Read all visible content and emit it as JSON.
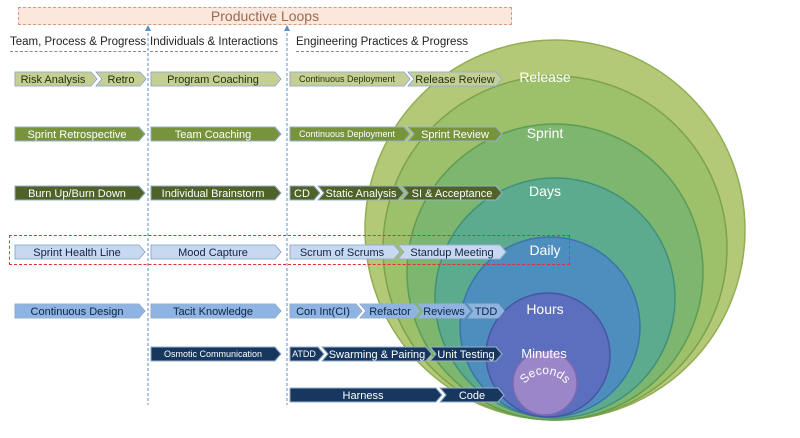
{
  "title": "Productive Loops",
  "columns": {
    "team": "Team, Process & Progress",
    "individuals": "Individuals & Interactions",
    "engineering": "Engineering Practices & Progress"
  },
  "levels": [
    "Release",
    "Sprint",
    "Days",
    "Daily",
    "Hours",
    "Minutes",
    "Seconds"
  ],
  "team_items": {
    "risk_analysis": "Risk Analysis",
    "retro": "Retro",
    "sprint_retrospective": "Sprint Retrospective",
    "burn_up_burn_down": "Burn Up/Burn Down",
    "sprint_health_line": "Sprint Health Line",
    "continuous_design": "Continuous Design"
  },
  "individual_items": {
    "program_coaching": "Program Coaching",
    "team_coaching": "Team Coaching",
    "individual_brainstorm": "Individual Brainstorm",
    "mood_capture": "Mood Capture",
    "tacit_knowledge": "Tacit Knowledge",
    "osmotic_communication": "Osmotic Communication"
  },
  "engineering_items": {
    "continuous_deployment_1": "Continuous Deployment",
    "release_review": "Release Review",
    "continuous_deployment_2": "Continuous Deployment",
    "sprint_review": "Sprint Review",
    "cd": "CD",
    "static_analysis": "Static Analysis",
    "si_acceptance": "SI & Acceptance",
    "scrum_of_scrums": "Scrum of Scrums",
    "standup_meeting": "Standup Meeting",
    "con_int": "Con Int(CI)",
    "refactor": "Refactor",
    "reviews": "Reviews",
    "tdd": "TDD",
    "atdd": "ATDD",
    "swarming_pairing": "Swarming & Pairing",
    "unit_testing": "Unit Testing",
    "harness": "Harness",
    "code": "Code"
  },
  "colors": {
    "olive_light": "#c6cf93",
    "olive_mid": "#77933c",
    "olive_dark": "#4f6228",
    "blue_pale": "#c6d9f1",
    "blue_mid": "#8eb4e3",
    "blue_dark": "#17375e",
    "outline": "#3c6aa1"
  }
}
